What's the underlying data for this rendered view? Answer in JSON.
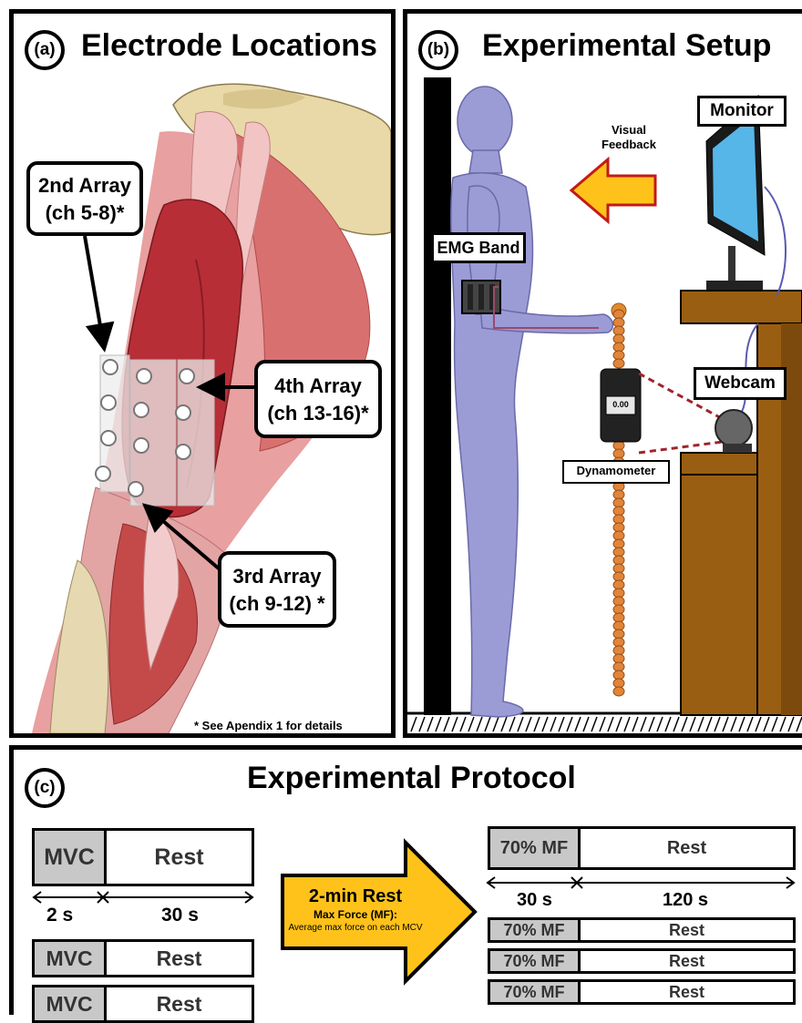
{
  "panel_a": {
    "letter": "(a)",
    "title": "Electrode Locations",
    "array2": [
      "2nd Array",
      "(ch 5-8)*"
    ],
    "array4": [
      "4th Array",
      "(ch 13-16)*"
    ],
    "array3": [
      "3rd Array",
      "(ch 9-12) *"
    ],
    "footnote": "* See Apendix 1 for details"
  },
  "panel_b": {
    "letter": "(b)",
    "title": "Experimental Setup",
    "monitor": "Monitor",
    "visual_feedback": [
      "Visual",
      "Feedback"
    ],
    "emg_band": "EMG Band",
    "webcam": "Webcam",
    "dynamometer": "Dynamometer",
    "dyn_display": "0.00"
  },
  "panel_c": {
    "letter": "(c)",
    "title": "Experimental Protocol",
    "left_bars": [
      {
        "g": "MVC",
        "r": "Rest"
      },
      {
        "g": "MVC",
        "r": "Rest"
      },
      {
        "g": "MVC",
        "r": "Rest"
      }
    ],
    "left_durations": [
      "2 s",
      "30 s"
    ],
    "arrow": {
      "title": "2-min Rest",
      "sub": "Max Force (MF):",
      "desc": "Average max force on each MCV"
    },
    "right_bars": [
      {
        "g": "70% MF",
        "r": "Rest"
      },
      {
        "g": "70% MF",
        "r": "Rest"
      },
      {
        "g": "70% MF",
        "r": "Rest"
      },
      {
        "g": "70% MF",
        "r": "Rest"
      }
    ],
    "right_durations": [
      "30 s",
      "120 s"
    ]
  }
}
